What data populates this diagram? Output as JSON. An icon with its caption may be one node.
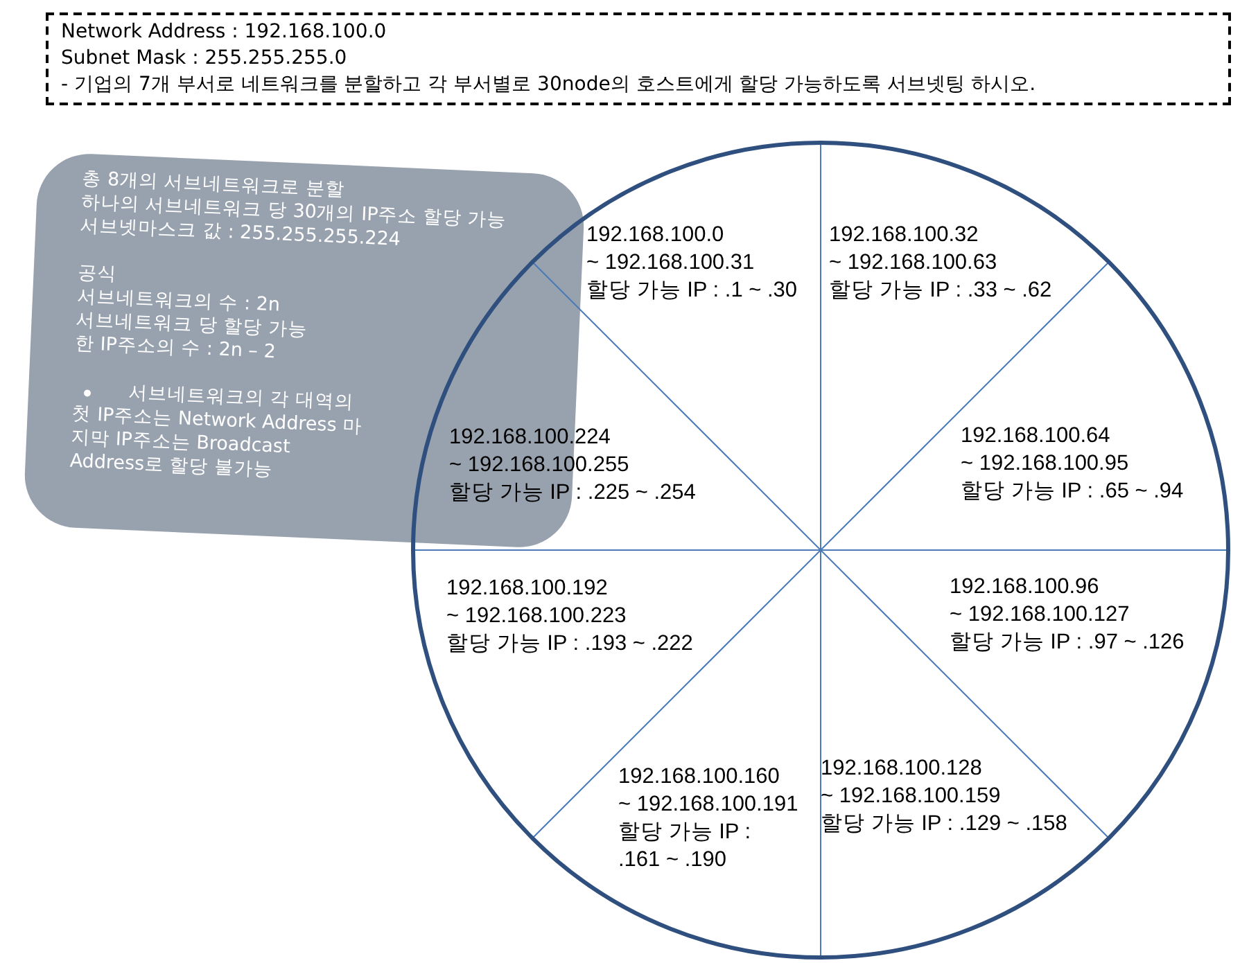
{
  "diagram": {
    "nodes": [
      {
        "text": [
          "Network Address : 192.168.100.0",
          "Subnet Mask : 255.255.255.0",
          "- 기업의 7개 부서로 네트워크를 분할하고 각 부서별로 30node의 호스트에게 할당 가능하도록 서브넷팅 하시오."
        ]
      },
      {
        "text": [
          "총 8개의 서브네트워크로 분할",
          "하나의 서브네트워크 당 30개의 IP주소 할당 가능",
          "서브넷마스크 값 : 255.255.255.224",
          "공식",
          "서브네트워크의 수 : 2n",
          "서브네트워크 당 할당 가능한 IP주소의 수 : 2n – 2",
          "서브네트워크의 각 대역의 첫 IP주소는 Network Address 마지막 IP주소는 Broadcast Address로 할당 불가능"
        ]
      },
      {
        "text": [],
        "shape": "circle"
      },
      {
        "text": [
          "192.168.100.0",
          "~ 192.168.100.31",
          "할당 가능 IP : .1 ~ .30"
        ],
        "in": 2
      },
      {
        "text": [
          "192.168.100.32",
          "~ 192.168.100.63",
          "할당 가능 IP : .33 ~ .62"
        ],
        "in": 2
      },
      {
        "text": [
          "192.168.100.224",
          "~ 192.168.100.255",
          "할당 가능 IP : .225 ~ .254"
        ],
        "in": 2
      },
      {
        "text": [
          "192.168.100.64",
          "~ 192.168.100.95",
          "할당 가능 IP : .65 ~ .94"
        ],
        "in": 2
      },
      {
        "text": [
          "192.168.100.192",
          "~ 192.168.100.223",
          "할당 가능 IP : .193 ~ .222"
        ],
        "in": 2
      },
      {
        "text": [
          "192.168.100.96",
          "~ 192.168.100.127",
          "할당 가능 IP : .97 ~ .126"
        ],
        "in": 2
      },
      {
        "text": [
          "192.168.100.160",
          "~ 192.168.100.191",
          "할당 가능 IP : .161 ~ .190"
        ],
        "in": 2
      },
      {
        "text": [
          "192.168.100.128",
          "~ 192.168.100.159",
          "할당 가능 IP : .129 ~ .158"
        ],
        "in": 2
      }
    ]
  }
}
